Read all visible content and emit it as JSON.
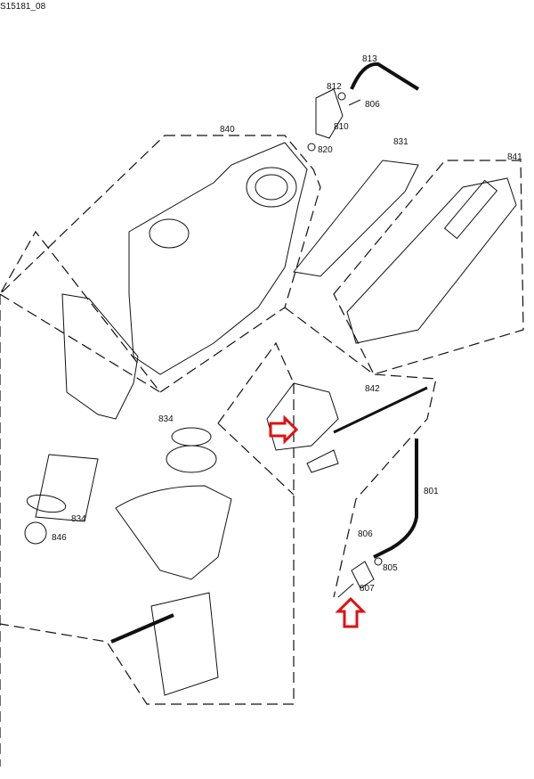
{
  "drawing_ref": "S15181_08",
  "part_labels": {
    "p813": "813",
    "p812": "812",
    "p806a": "806",
    "p810": "810",
    "p820": "820",
    "p840": "840",
    "p831": "831",
    "p841": "841",
    "p842": "842",
    "p834a": "834",
    "p834b": "834",
    "p846": "846",
    "p801": "801",
    "p806b": "806",
    "p805": "805",
    "p807": "807"
  },
  "colors": {
    "line": "#111111",
    "highlight_arrow": "#e01010"
  }
}
